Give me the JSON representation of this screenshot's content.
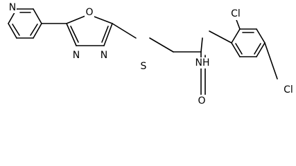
{
  "molecule": {
    "atom_labels": {
      "pyridine_n": "N",
      "oxadiazole_o": "O",
      "oxadiazole_n_left": "N",
      "oxadiazole_n_right": "N",
      "thioether_s": "S",
      "amide_nh": "NH",
      "carbonyl_o": "O",
      "cl_top": "Cl",
      "cl_right": "Cl"
    }
  },
  "colors": {
    "bond": "#000000",
    "label": "#000000",
    "background": "#ffffff"
  }
}
